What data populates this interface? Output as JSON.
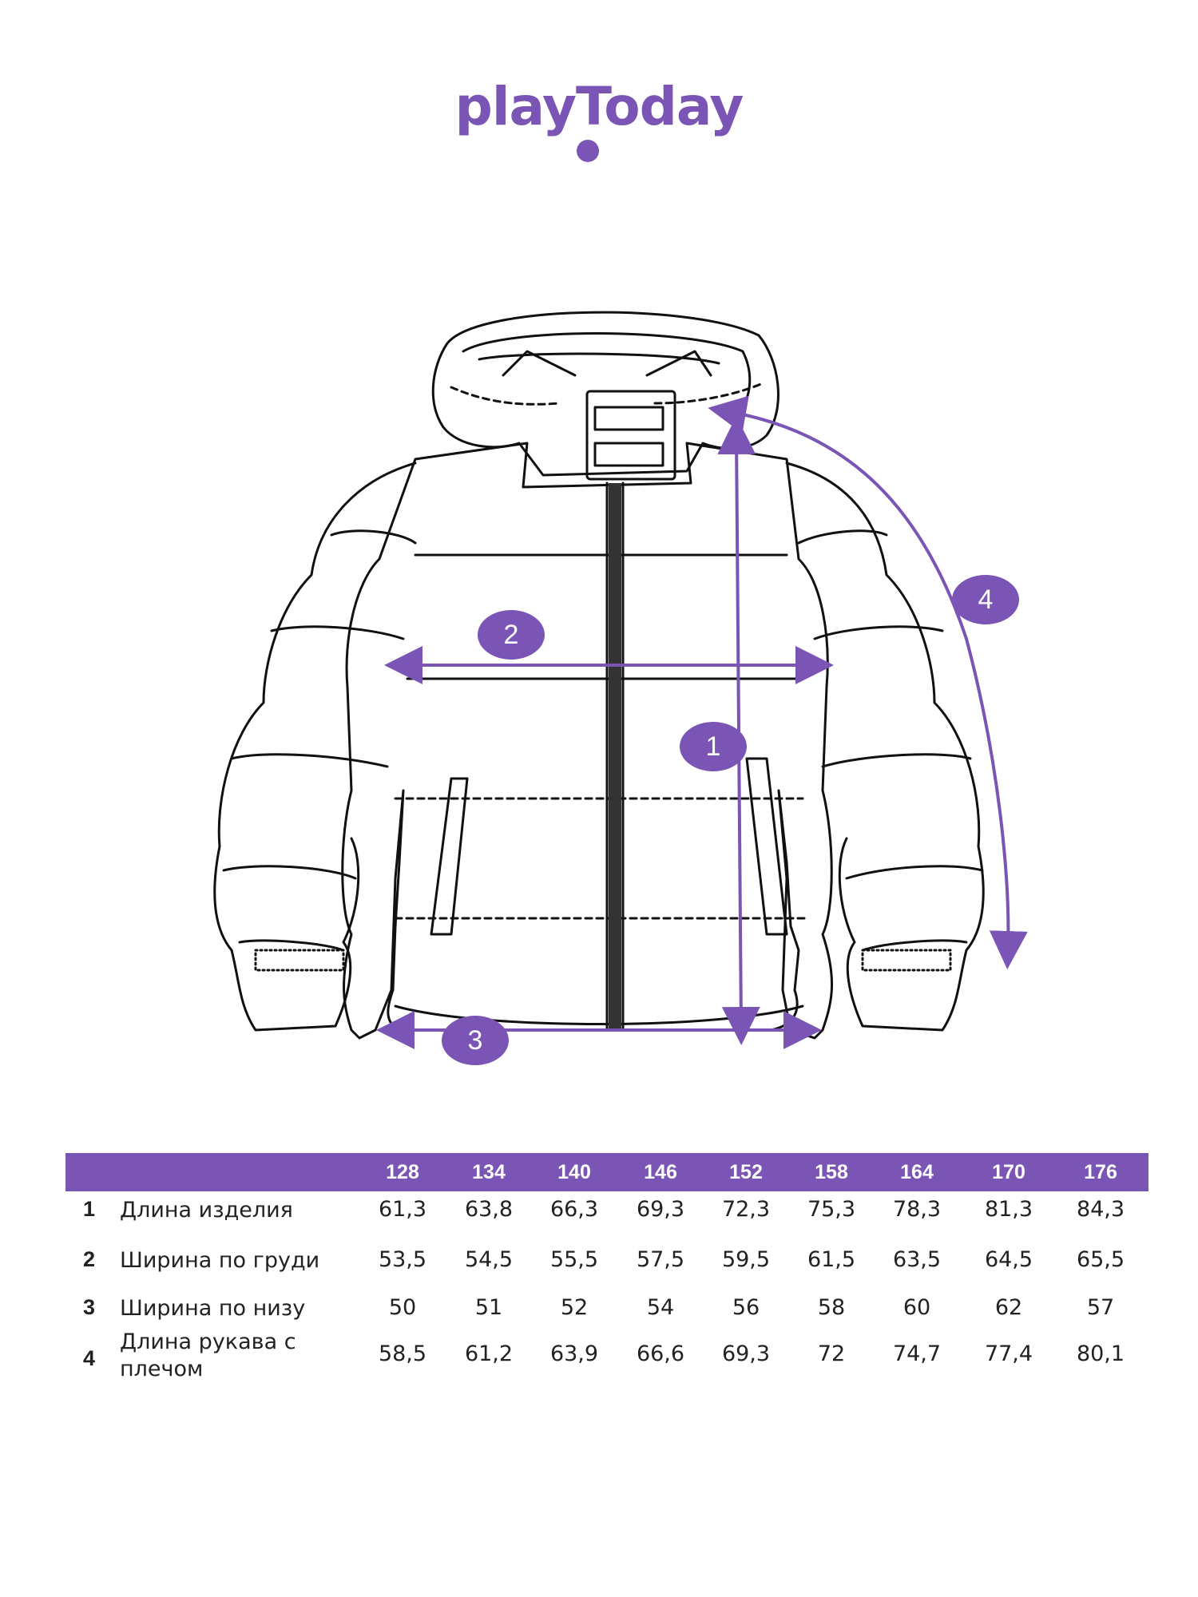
{
  "brand": {
    "logo_text": "playToday",
    "color": "#7A55B5"
  },
  "diagram": {
    "markers": [
      "1",
      "2",
      "3",
      "4"
    ]
  },
  "size_table": {
    "sizes": [
      "128",
      "134",
      "140",
      "146",
      "152",
      "158",
      "164",
      "170",
      "176"
    ],
    "rows": [
      {
        "index": "1",
        "label": "Длина изделия",
        "values": [
          "61,3",
          "63,8",
          "66,3",
          "69,3",
          "72,3",
          "75,3",
          "78,3",
          "81,3",
          "84,3"
        ]
      },
      {
        "index": "2",
        "label": "Ширина по груди",
        "values": [
          "53,5",
          "54,5",
          "55,5",
          "57,5",
          "59,5",
          "61,5",
          "63,5",
          "64,5",
          "65,5"
        ]
      },
      {
        "index": "3",
        "label": "Ширина по низу",
        "values": [
          "50",
          "51",
          "52",
          "54",
          "56",
          "58",
          "60",
          "62",
          "57"
        ]
      },
      {
        "index": "4",
        "label": "Длина рукава с плечом",
        "values": [
          "58,5",
          "61,2",
          "63,9",
          "66,6",
          "69,3",
          "72",
          "74,7",
          "77,4",
          "80,1"
        ]
      }
    ]
  }
}
